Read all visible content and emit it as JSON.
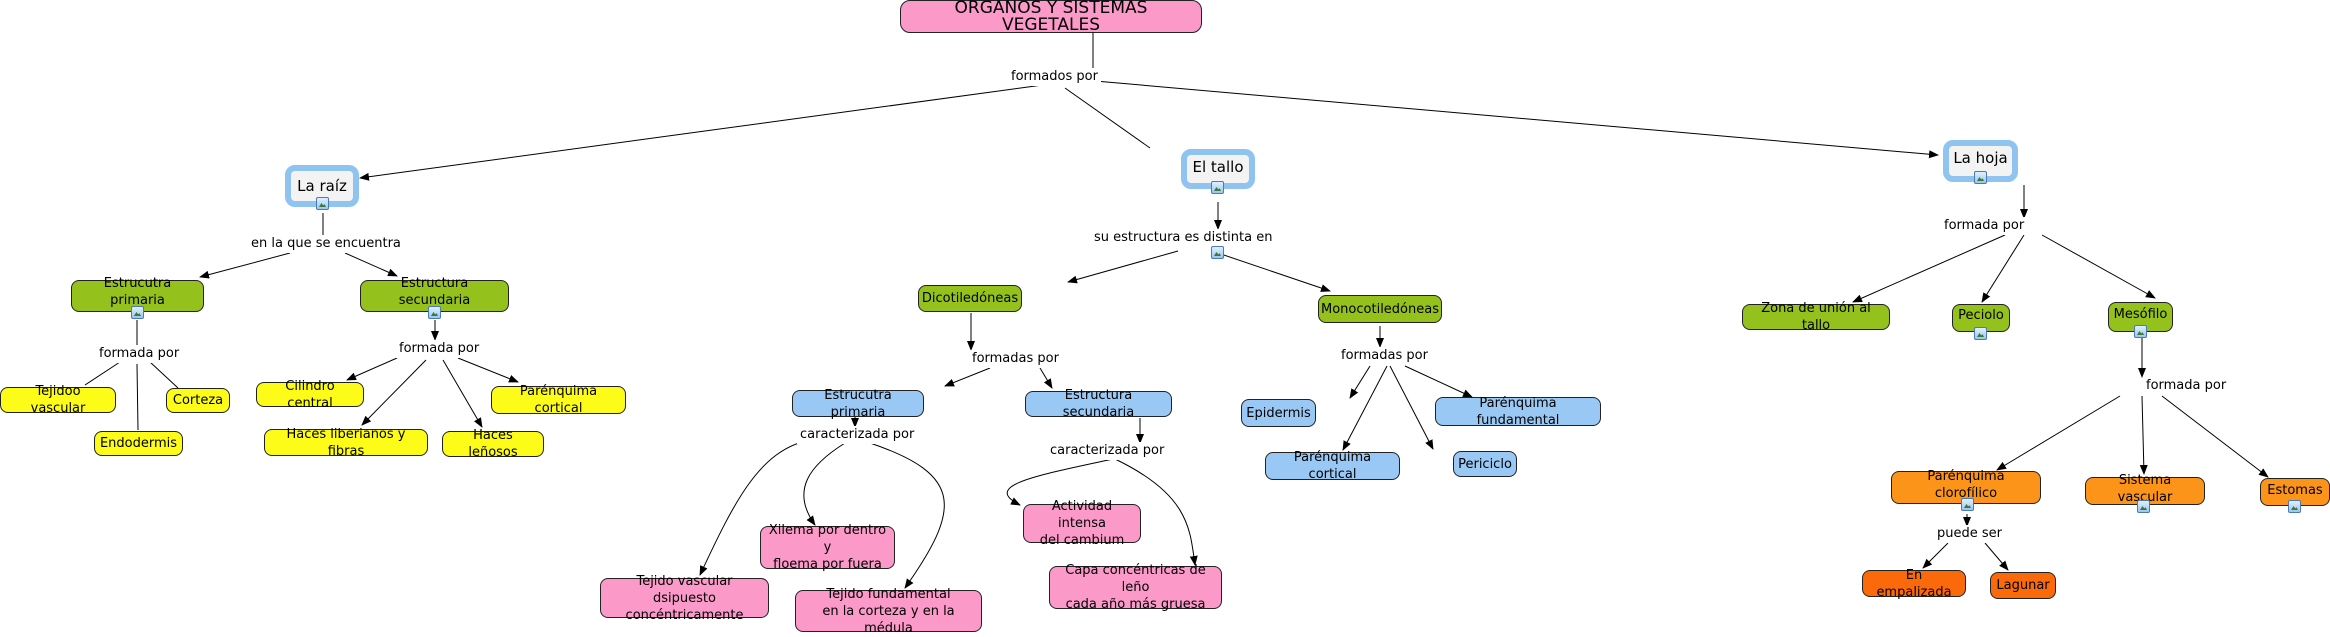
{
  "colors": {
    "main": "#fb99c9",
    "organ_border": "#90c4f0",
    "green": "#94c11c",
    "yellow": "#fcfc18",
    "blue": "#9ac8f4",
    "pink": "#fb99c9",
    "orange": "#fb9418",
    "dark_orange": "#fa6a0a"
  },
  "concepts": {
    "main": "ÓRGANOS Y SISTEMAS VEGETALES",
    "raiz": "La raíz",
    "tallo": "El tallo",
    "hoja": "La hoja",
    "raiz_primaria": "Estrucutra primaria",
    "raiz_secundaria": "Estructura secundaria",
    "tejido_vascular": "Tejidoo vascular",
    "endodermis": "Endodermis",
    "corteza": "Corteza",
    "cilindro_central": "Cilindro central",
    "haces_liberianos": "Haces liberianos y fibras",
    "haces_lenosos": "Haces leñosos",
    "parenquima_cortical_raiz": "Parénquima cortical",
    "dicotiledoneas": "Dicotiledóneas",
    "monocotiledoneas": "Monocotiledóneas",
    "dico_primaria": "Estrucutra primaria",
    "dico_secundaria": "Estructura secundaria",
    "tejido_vascular_conc": "Tejido vascular dsipuesto\nconcéntricamente",
    "xilema": "Xilema por dentro y\nfloema por fuera",
    "tejido_fundamental": "Tejido fundamental\nen la corteza y en la médula",
    "actividad_cambium": "Actividad intensa\ndel cambium",
    "capas_concentricas": "Capa concéntricas de leño\ncada año más gruesa",
    "epidermis": "Epidermis",
    "parenquima_fundamental": "Parénquima fundamental",
    "parenquima_cortical_tallo": "Parénquima cortical",
    "periciclo": "Periciclo",
    "zona_union": "Zona de unión al tallo",
    "peciolo": "Peciolo",
    "mesofilo": "Mesófilo",
    "parenquima_clorofilico": "Parénquima clorofílico",
    "sistema_vascular": "Sistema vascular",
    "estomas": "Estomas",
    "en_empalizada": "En empalizada",
    "lagunar": "Lagunar"
  },
  "links": {
    "formados_por": "formados por",
    "en_la_que": "en la que se encuentra",
    "formada_por_prim": "formada por",
    "formada_por_sec": "formada por",
    "su_estructura": "su estructura es distinta en",
    "formadas_por_dico": "formadas por",
    "formadas_por_mono": "formadas por",
    "caract_prim": "caracterizada por",
    "caract_sec": "caracterizada por",
    "formada_por_hoja": "formada por",
    "formada_por_meso": "formada por",
    "puede_ser": "puede ser"
  }
}
